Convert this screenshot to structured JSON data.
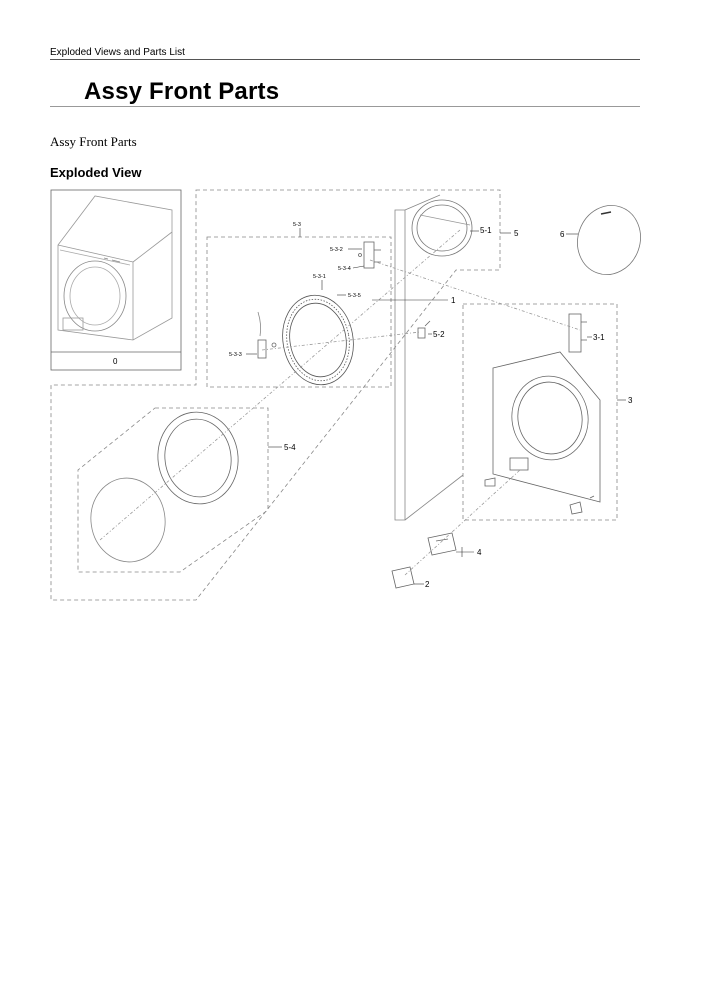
{
  "header": {
    "running_title": "Exploded Views and Parts List"
  },
  "page": {
    "title": "Assy Front Parts",
    "subtitle": "Assy Front Parts",
    "section_heading": "Exploded View"
  },
  "diagram": {
    "callouts": {
      "p0": "0",
      "p1": "1",
      "p2": "2",
      "p3": "3",
      "p3_1": "3-1",
      "p4": "4",
      "p5": "5",
      "p5_1": "5-1",
      "p5_2": "5-2",
      "p5_3": "5-3",
      "p5_3_1": "5-3-1",
      "p5_3_2": "5-3-2",
      "p5_3_3": "5-3-3",
      "p5_3_4": "5-3-4",
      "p5_3_5": "5-3-5",
      "p5_4": "5-4",
      "p6": "6"
    }
  }
}
